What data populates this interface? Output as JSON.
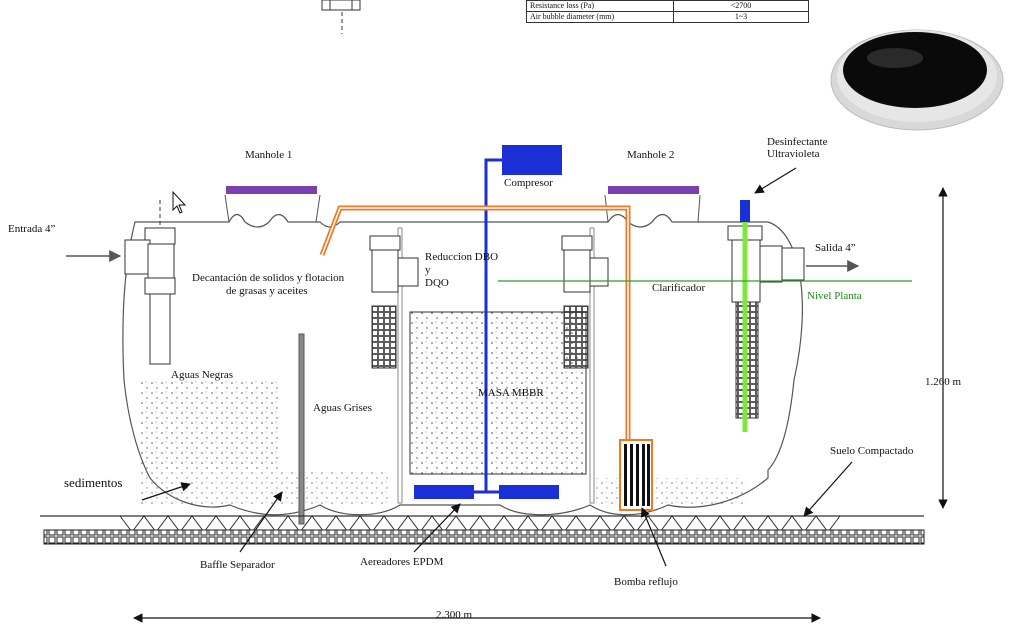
{
  "spec_table": [
    {
      "param": "Resistance loss (Pa)",
      "value": "<2700"
    },
    {
      "param": "Air bubble diameter (mm)",
      "value": "1~3"
    }
  ],
  "labels": {
    "manhole1": "Manhole 1",
    "manhole2": "Manhole 2",
    "compresor": "Compresor",
    "desinfectante_1": "Desinfectante",
    "desinfectante_2": "Ultravioleta",
    "entrada": "Entrada 4”",
    "salida": "Salida 4”",
    "decantacion_1": "Decantación de  solidos y flotacion",
    "decantacion_2": "de grasas y aceites",
    "reduccion_1": "Reduccion DBO",
    "reduccion_2": "y",
    "reduccion_3": "DQO",
    "clarificador": "Clarificador",
    "nivel_planta": "Nivel Planta",
    "aguas_negras": "Aguas Negras",
    "aguas_grises": "Aguas Grises",
    "masa_mbbr": "MASA MBBR",
    "altura": "1.260 m",
    "suelo": "Suelo Compactado",
    "sedimentos": "sedimentos",
    "baffle": "Baffle Separador",
    "aereadores": "Aereadores EPDM",
    "bomba": "Bomba reflujo",
    "ancho": "2.300 m"
  },
  "colors": {
    "manhole": "#7a3fb0",
    "air_line": "#1a2fd6",
    "return_line": "#f07a24",
    "uv_tube": "#7de83a",
    "level_line": "#2aa02a"
  }
}
